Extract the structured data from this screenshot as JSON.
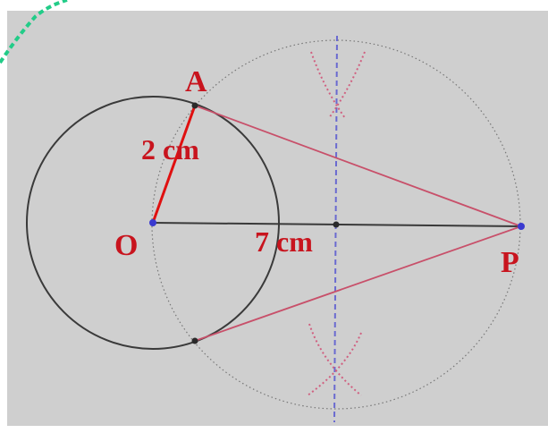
{
  "labels": {
    "point_a": "A",
    "point_o": "O",
    "point_p": "P",
    "radius": "2 cm",
    "distance_op": "7 cm"
  },
  "colors": {
    "background": "#cfcfcf",
    "circle": "#3a3a3a",
    "radius_segment": "#e01010",
    "tangent_lines": "#c8506a",
    "bisector": "#6a6ad0",
    "arc_marks": "#d06080",
    "construction_circle": "#777777",
    "label_text": "#c8141e",
    "point": "#3a3ad0"
  }
}
